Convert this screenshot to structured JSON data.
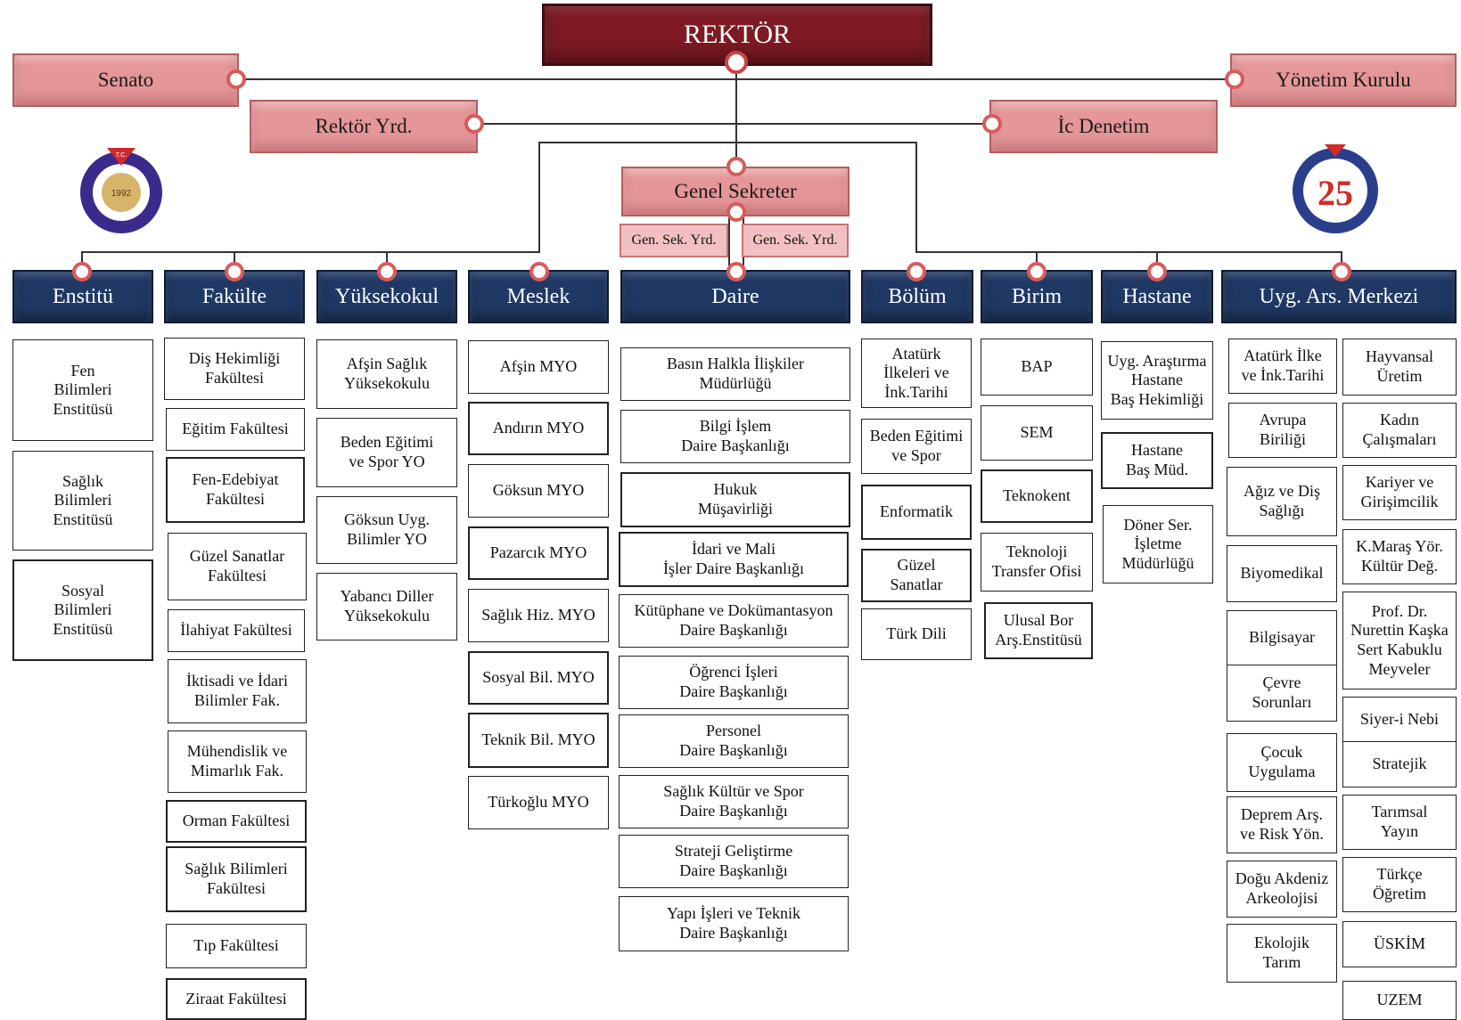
{
  "top": {
    "rektor": "REKTÖR",
    "senato": "Senato",
    "yonetim": "Yönetim Kurulu",
    "rektor_yrd": "Rektör Yrd.",
    "ic_denetim": "İc Denetim",
    "genel_sekreter": "Genel Sekreter",
    "gen_sek_yrd_left": "Gen. Sek. Yrd.",
    "gen_sek_yrd_right": "Gen. Sek. Yrd."
  },
  "logos": {
    "left": {
      "center_text": "1992",
      "top_text": "T.C.",
      "ring_color": "#3b2a8c"
    },
    "right": {
      "center_text": "25",
      "ring_color": "#2a3e8c",
      "accent_color": "#d12a2a"
    }
  },
  "headers": {
    "enstitu": "Enstitü",
    "fakulte": "Fakülte",
    "yuksekokul": "Yüksekokul",
    "meslek": "Meslek",
    "daire": "Daire",
    "bolum": "Bölüm",
    "birim": "Birim",
    "hastane": "Hastane",
    "merkez": "Uyg. Ars. Merkezi"
  },
  "columns": {
    "enstitu": [
      "Fen\nBilimleri\nEnstitüsü",
      "Sağlık\nBilimleri\nEnstitüsü",
      "Sosyal\nBilimleri\nEnstitüsü"
    ],
    "fakulte": [
      "Diş Hekimliği\nFakültesi",
      "Eğitim Fakültesi",
      "Fen-Edebiyat\nFakültesi",
      "Güzel Sanatlar\nFakültesi",
      "İlahiyat Fakültesi",
      "İktisadi ve İdari\nBilimler Fak.",
      "Mühendislik ve\nMimarlık Fak.",
      "Orman Fakültesi",
      "Sağlık Bilimleri\nFakültesi",
      "Tıp Fakültesi",
      "Ziraat Fakültesi"
    ],
    "yuksekokul": [
      "Afşin Sağlık\nYüksekokulu",
      "Beden Eğitimi\nve Spor YO",
      "Göksun Uyg.\nBilimler YO",
      "Yabancı Diller\nYüksekokulu"
    ],
    "meslek": [
      "Afşin MYO",
      "Andırın MYO",
      "Göksun MYO",
      "Pazarcık MYO",
      "Sağlık Hiz. MYO",
      "Sosyal Bil. MYO",
      "Teknik Bil. MYO",
      "Türkoğlu MYO"
    ],
    "daire": [
      "Basın Halkla İlişkiler\nMüdürlüğü",
      "Bilgi İşlem\nDaire Başkanlığı",
      "Hukuk\nMüşavirliği",
      "İdari ve Mali\nİşler Daire Başkanlığı",
      "Kütüphane ve Dokümantasyon\nDaire Başkanlığı",
      "Öğrenci İşleri\nDaire Başkanlığı",
      "Personel\nDaire Başkanlığı",
      "Sağlık Kültür ve Spor\nDaire Başkanlığı",
      "Strateji Geliştirme\nDaire Başkanlığı",
      "Yapı İşleri ve Teknik\nDaire Başkanlığı"
    ],
    "bolum": [
      "Atatürk\nİlkeleri ve\nİnk.Tarihi",
      "Beden Eğitimi\nve Spor",
      "Enformatik",
      "Güzel\nSanatlar",
      "Türk Dili"
    ],
    "birim": [
      "BAP",
      "SEM",
      "Teknokent",
      "Teknoloji\nTransfer Ofisi",
      "Ulusal Bor\nArş.Enstitüsü"
    ],
    "hastane": [
      "Uyg. Araştırma\nHastane\nBaş Hekimliği",
      "Hastane\nBaş Müd.",
      "Döner Ser.\nİşletme\nMüdürlüğü"
    ],
    "merkez_a": [
      "Atatürk İlke\nve İnk.Tarihi",
      "Avrupa\nBiriliği",
      "Ağız ve Diş\nSağlığı",
      "Biyomedikal",
      "Bilgisayar",
      "Çevre\nSorunları",
      "Çocuk\nUygulama",
      "Deprem Arş.\nve Risk Yön.",
      "Doğu Akdeniz\nArkeolojisi",
      "Ekolojik\nTarım"
    ],
    "merkez_b": [
      "Hayvansal\nÜretim",
      "Kadın\nÇalışmaları",
      "Kariyer ve\nGirişimcilik",
      "K.Maraş Yör.\nKültür Değ.",
      "Prof. Dr.\nNurettin Kaşka\nSert Kabuklu\nMeyveler",
      "Siyer-i Nebi",
      "Stratejik",
      "Tarımsal\nYayın",
      "Türkçe\nÖğretim",
      "ÜSKİM",
      "UZEM"
    ]
  },
  "colors": {
    "rektor_bg": "#7d1a23",
    "pink_bg": "#e49698",
    "navy_bg": "#1f3864",
    "connector": "#333333",
    "dot_ring": "#d95b5b"
  }
}
